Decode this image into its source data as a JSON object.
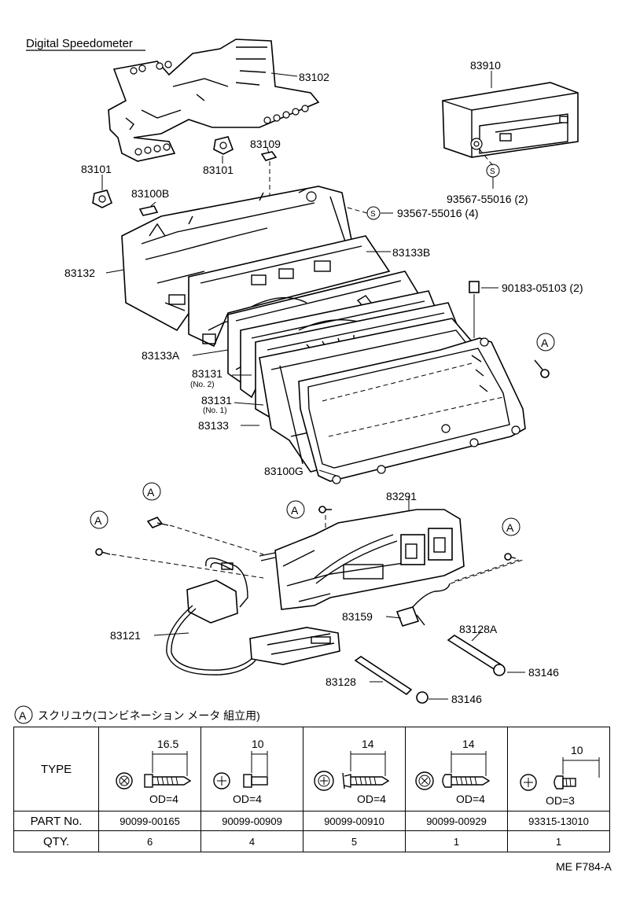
{
  "title": "Digital Speedometer",
  "figure_code": "ME F784-A",
  "callouts": {
    "p83102": "83102",
    "p83910": "83910",
    "p83109": "83109",
    "p83101a": "83101",
    "p83101b": "83101",
    "p83100B": "83100B",
    "p93567_2": "93567-55016 (2)",
    "p93567_4": "93567-55016 (4)",
    "p83132": "83132",
    "p83133B": "83133B",
    "p90183": "90183-05103 (2)",
    "p83133A": "83133A",
    "p83131_no2": "83131",
    "no2": "(No. 2)",
    "p83131_no1": "83131",
    "no1": "(No. 1)",
    "p83133": "83133",
    "p83100G": "83100G",
    "p83291": "83291",
    "p83121": "83121",
    "p83159": "83159",
    "p83128A": "83128A",
    "p83146a": "83146",
    "p83128": "83128",
    "p83146b": "83146"
  },
  "symbols": {
    "screw_marker": "A",
    "s_marker": "S"
  },
  "table_caption": "スクリユウ(コンビネーション メータ 組立用)",
  "table": {
    "row_headers": [
      "TYPE",
      "PART No.",
      "QTY."
    ],
    "columns": [
      {
        "length": "16.5",
        "od": "OD=4",
        "part_no": "90099-00165",
        "qty": "6"
      },
      {
        "length": "10",
        "od": "OD=4",
        "part_no": "90099-00909",
        "qty": "4"
      },
      {
        "length": "14",
        "od": "OD=4",
        "part_no": "90099-00910",
        "qty": "5"
      },
      {
        "length": "14",
        "od": "OD=4",
        "part_no": "90099-00929",
        "qty": "1"
      },
      {
        "length": "10",
        "od": "OD=3",
        "part_no": "93315-13010",
        "qty": "1"
      }
    ]
  }
}
